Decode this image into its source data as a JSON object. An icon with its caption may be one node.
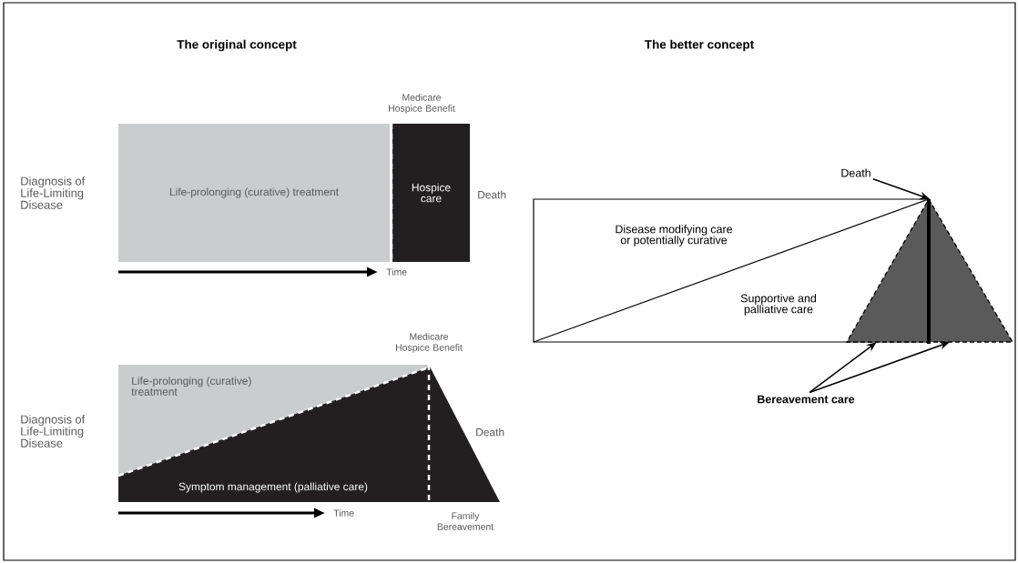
{
  "diagram": {
    "nodes": [
      {
        "text": [
          "Life-prolonging (curative) treatment"
        ]
      },
      {
        "text": [
          "Hospice care"
        ],
        "beside": [
          "Death"
        ]
      },
      {
        "text": [
          "Life-prolonging (curative) treatment"
        ]
      },
      {
        "text": [
          "Symptom management (palliative care)"
        ]
      },
      {
        "text": [
          "Disease modifying care or potentially curative",
          "Supportive and palliative care"
        ]
      },
      {
        "text": [
          "Death"
        ]
      },
      {
        "text": [],
        "shape": "triangle"
      },
      {
        "text": [
          "Bereavement care"
        ]
      }
    ],
    "edges": [
      {
        "from": 5,
        "to": 6,
        "arrow": "to"
      },
      {
        "from": 7,
        "to": 6,
        "arrow": "to"
      },
      {
        "from": 7,
        "to": 6,
        "arrow": "to"
      }
    ],
    "labels": [
      "The original concept",
      "The better concept",
      "Medicare Hospice Benefit",
      "Diagnosis of Life-Limiting Disease",
      "Time",
      "Medicare Hospice Benefit",
      "Diagnosis of Life-Limiting Disease",
      "Death",
      "Time",
      "Family Bereavement"
    ]
  }
}
